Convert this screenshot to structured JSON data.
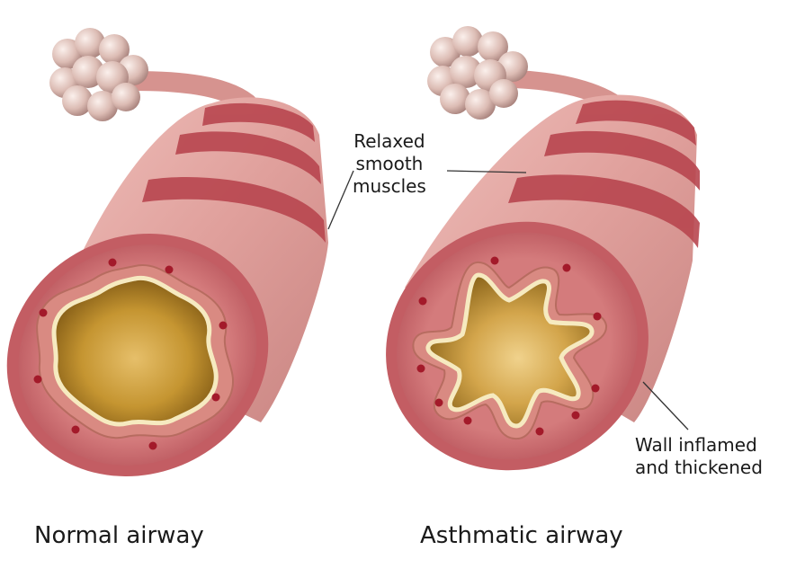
{
  "annotations": {
    "relaxed_muscles": [
      "Relaxed",
      "smooth",
      "muscles"
    ],
    "wall_inflamed": [
      "Wall inflamed",
      "and thickened"
    ]
  },
  "captions": {
    "normal": "Normal airway",
    "asthmatic": "Asthmatic airway"
  },
  "colors": {
    "tube_outer": "#c9656b",
    "tube_body": "#e2a3a0",
    "muscle_band": "#b8464f",
    "wall_ring": "#cd7677",
    "mucosa": "#d98a82",
    "lumen_outline": "#f6eac0",
    "lumen_fill": "#c99a3c",
    "lumen_dark": "#7a5412",
    "vessel": "#a31a2a",
    "alveoli": "#dcbcb4"
  }
}
